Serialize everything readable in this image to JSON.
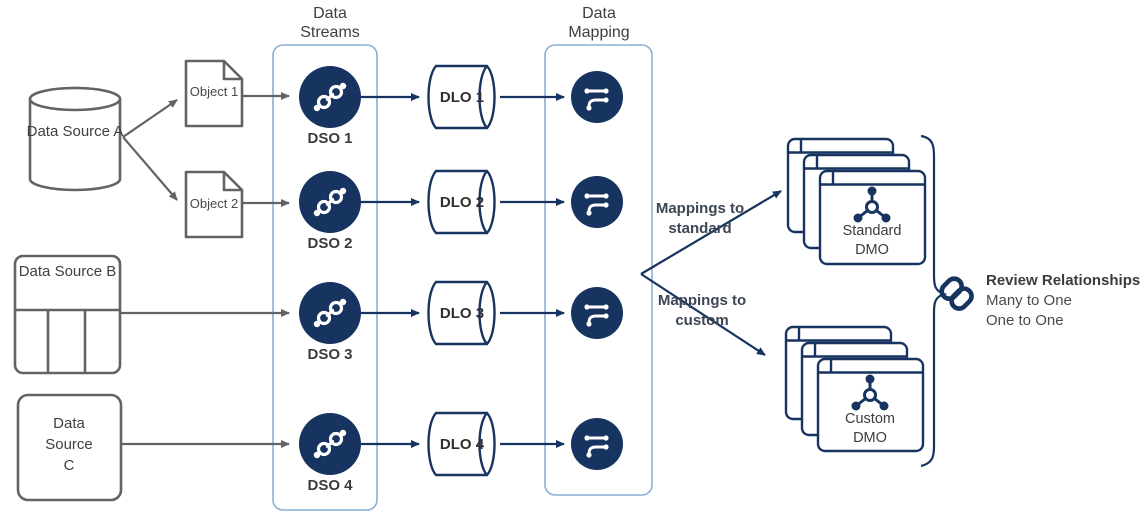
{
  "columns": {
    "streams": "Data Streams",
    "mapping": "Data Mapping"
  },
  "sources": [
    {
      "label": "Data Source A",
      "shape": "database-cylinder"
    },
    {
      "label": "Data Source B",
      "shape": "table"
    },
    {
      "label": "Data Source C",
      "shape": "rounded-box"
    }
  ],
  "objects": [
    {
      "label": "Object 1"
    },
    {
      "label": "Object 2"
    }
  ],
  "dso": [
    {
      "label": "DSO 1"
    },
    {
      "label": "DSO 2"
    },
    {
      "label": "DSO 3"
    },
    {
      "label": "DSO 4"
    }
  ],
  "dlo": [
    {
      "label": "DLO 1"
    },
    {
      "label": "DLO 2"
    },
    {
      "label": "DLO 3"
    },
    {
      "label": "DLO 4"
    }
  ],
  "branches": {
    "standard": "Mappings to standard",
    "custom": "Mappings to custom"
  },
  "dmo": [
    {
      "label": "Standard DMO"
    },
    {
      "label": "Custom DMO"
    }
  ],
  "review": {
    "title": "Review Relationships",
    "lines": [
      "Many to One",
      "One to One"
    ]
  },
  "colors": {
    "navy": "#17335f",
    "gray": "#636363",
    "light_blue": "#8caed9",
    "text": "#3d3d3d",
    "white": "#ffffff"
  }
}
